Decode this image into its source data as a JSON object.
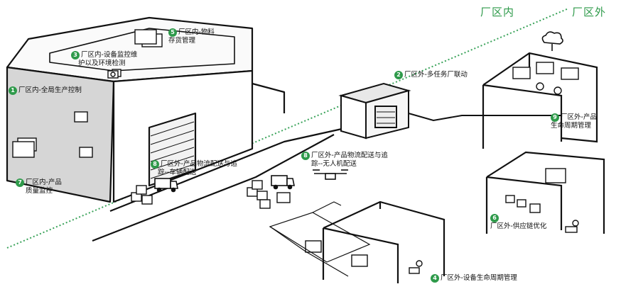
{
  "zones": {
    "inside": "厂区内",
    "outside": "厂区外"
  },
  "labels": [
    {
      "num": "1",
      "text": "厂区内-全局生产控制"
    },
    {
      "num": "2",
      "text": "厂区外-多任务厂联动"
    },
    {
      "num": "3",
      "line1": "厂区内-设备监控维",
      "line2": "护以及环境检测"
    },
    {
      "num": "4",
      "text": "厂区外-设备生命周期管理"
    },
    {
      "num": "5",
      "line1": "厂区内-物料",
      "line2": "存货管理"
    },
    {
      "num": "6",
      "text": "厂区外-供应链优化"
    },
    {
      "num": "7",
      "line1": "厂区内-产品",
      "line2": "质量监控"
    },
    {
      "num": "8",
      "line1": "厂区外-产品物流配送与追",
      "line2": "踪--车辆配送"
    },
    {
      "num": "8",
      "line1": "厂区外-产品物流配送与追",
      "line2": "踪--无人机配送"
    },
    {
      "num": "9",
      "line1": "厂区外-产品",
      "line2": "生命周期管理"
    }
  ],
  "colors": {
    "accent": "#2e9a4a",
    "line": "#111111",
    "wall_gray": "#cfcfcf",
    "divider": "#3aa35a"
  },
  "icons": [
    "cloud-icon",
    "truck-icon",
    "drone-icon",
    "box-icon",
    "monitor-icon",
    "worker-icon",
    "warehouse-icon"
  ]
}
